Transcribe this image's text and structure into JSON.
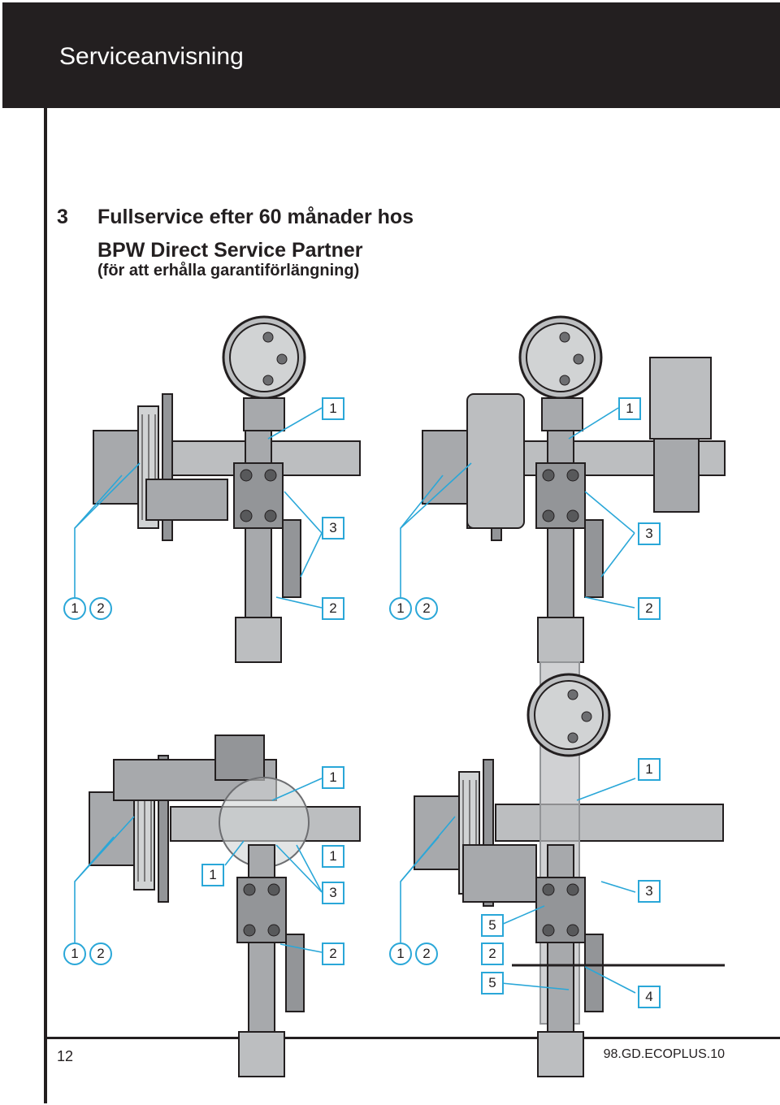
{
  "header": {
    "title": "Serviceanvisning"
  },
  "section": {
    "number": "3",
    "line1": "Fullservice efter 60 månader hos",
    "line2": "BPW Direct Service Partner",
    "line3": "(för att erhålla garantiförlängning)"
  },
  "figures": {
    "fig1": {
      "c1": "1",
      "c2": "2",
      "c3": "1",
      "c4": "3",
      "c5": "2"
    },
    "fig2": {
      "c1": "1",
      "c2": "2",
      "c3": "1",
      "c4": "3",
      "c5": "2"
    },
    "fig3": {
      "c1": "1",
      "c2": "2",
      "c3": "1",
      "c4": "1",
      "c5": "1",
      "c6": "3",
      "c7": "2"
    },
    "fig4": {
      "c1": "1",
      "c2": "2",
      "c3": "1",
      "c4": "3",
      "c5": "5",
      "c6": "2",
      "c7": "5",
      "c8": "4"
    }
  },
  "footer": {
    "page": "12",
    "code": "98.GD.ECOPLUS.10"
  },
  "colors": {
    "callout": "#2aa7d8",
    "dark": "#231f20",
    "part": "#bfbfbf",
    "partDark": "#6d6e71"
  }
}
